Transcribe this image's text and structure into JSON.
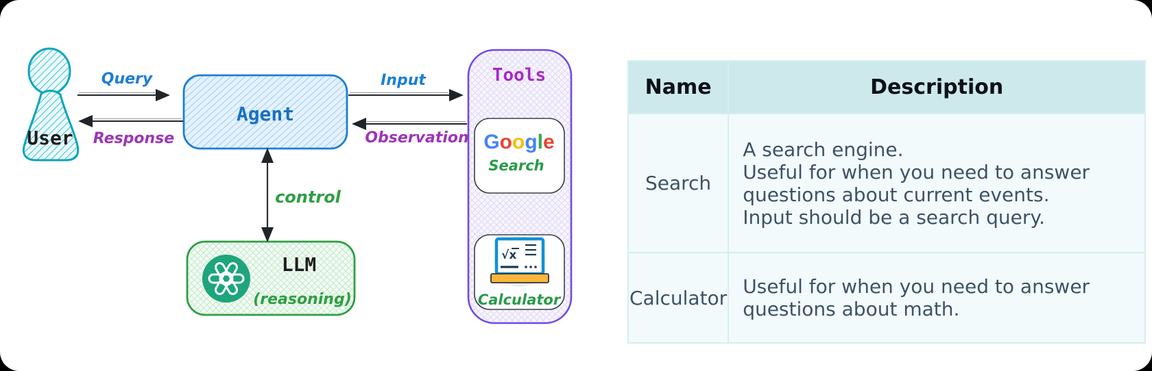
{
  "diagram": {
    "user": {
      "label": "User"
    },
    "agent": {
      "label": "Agent"
    },
    "llm": {
      "label": "LLM",
      "sublabel": "(reasoning)"
    },
    "tools": {
      "label": "Tools",
      "google": {
        "letters": [
          {
            "ch": "G",
            "color": "#4285f4"
          },
          {
            "ch": "o",
            "color": "#ea4335"
          },
          {
            "ch": "o",
            "color": "#fbbc05"
          },
          {
            "ch": "g",
            "color": "#4285f4"
          },
          {
            "ch": "l",
            "color": "#34a853"
          },
          {
            "ch": "e",
            "color": "#ea4335"
          }
        ],
        "sublabel": "Search"
      },
      "calculator": {
        "label": "Calculator"
      }
    },
    "edges": {
      "query": {
        "label": "Query",
        "color": "#1c7ed6"
      },
      "response": {
        "label": "Response",
        "color": "#9c36b5"
      },
      "input": {
        "label": "Input",
        "color": "#1c7ed6"
      },
      "observation": {
        "label": "Observation",
        "color": "#9c36b5"
      },
      "control": {
        "label": "control",
        "color": "#2f9e44"
      }
    },
    "colors": {
      "user_teal": "#0ca5bd",
      "agent_blue": "#1c7ed6",
      "llm_green": "#2f9e44",
      "tools_violet": "#7048e8",
      "tools_label_magenta": "#a62ac4",
      "openai_green": "#1ea57c",
      "arrow_black": "#2b2f33"
    }
  },
  "table": {
    "headers": {
      "name": "Name",
      "description": "Description"
    },
    "rows": [
      {
        "name": "Search",
        "description_lines": [
          "A search engine.",
          "Useful for when you need to answer",
          "questions about current events.",
          "Input should be a search query."
        ]
      },
      {
        "name": "Calculator",
        "description_lines": [
          "Useful for when you need to answer",
          "questions about math."
        ]
      }
    ],
    "colors": {
      "header_bg": "#cde9ec",
      "body_bg": "#f2fafb",
      "border": "#d6eef0",
      "text": "#3e5266"
    }
  }
}
